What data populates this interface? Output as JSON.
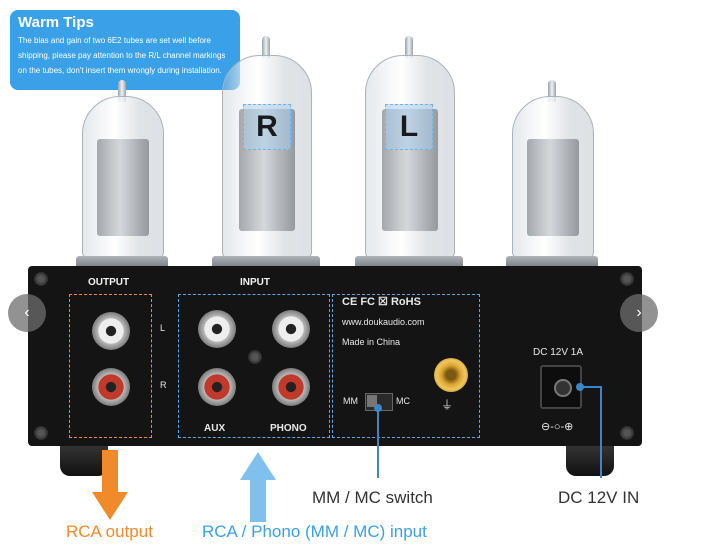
{
  "tips": {
    "title": "Warm Tips",
    "body": "The bias and gain of two 6E2 tubes are set well before shipping, please pay attention to the R/L channel markings on the tubes, don't insert them wrongly during installation."
  },
  "tubes": {
    "right_label": "R",
    "left_label": "L"
  },
  "panel": {
    "output_title": "OUTPUT",
    "input_title": "INPUT",
    "channel_l": "L",
    "channel_r": "R",
    "aux_label": "AUX",
    "phono_label": "PHONO",
    "certifications": "CE FC ☒ RoHS",
    "website": "www.doukaudio.com",
    "made_in": "Made in China",
    "switch_mm": "MM",
    "switch_mc": "MC",
    "dc_label": "DC 12V 1A",
    "polarity_symbol": "⊖-○-⊕"
  },
  "callouts": {
    "mm_mc_switch": "MM / MC switch",
    "dc_in": "DC 12V IN",
    "rca_output": "RCA output",
    "rca_phono_input": "RCA / Phono (MM / MC) input"
  },
  "nav": {
    "prev_symbol": "‹",
    "next_symbol": "›"
  },
  "colors": {
    "tips_bg": "#3aa0e8",
    "output_box": "#f08a2b",
    "input_box": "#5aa9e6",
    "connector_line": "#3a86c8"
  }
}
